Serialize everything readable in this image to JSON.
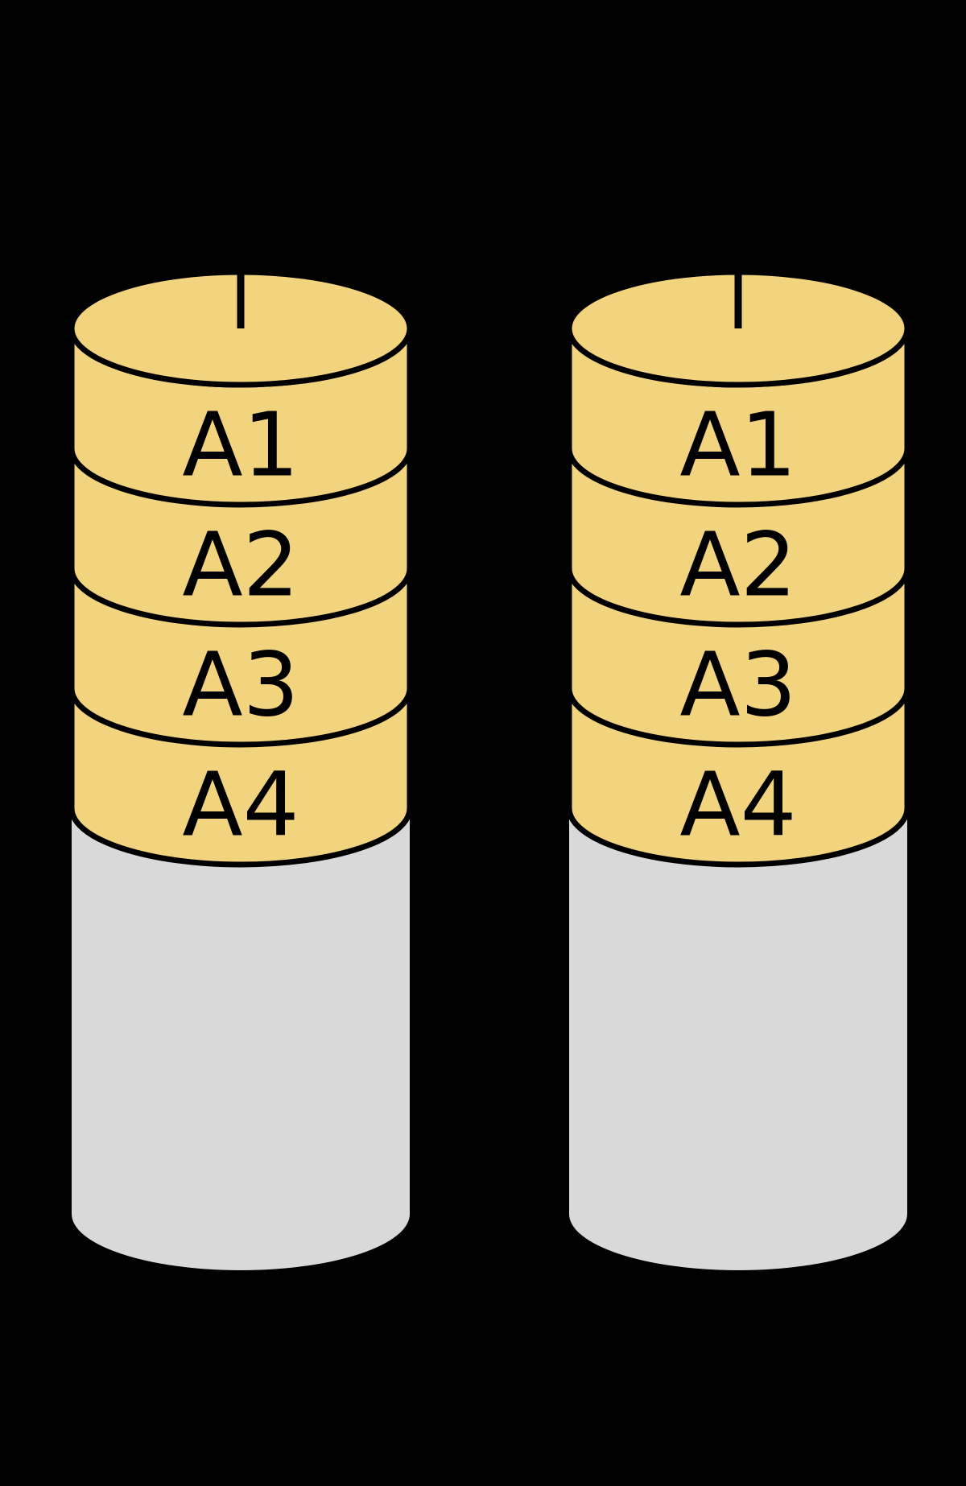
{
  "diagram": {
    "kind": "mirrored-disk-stack-diagram",
    "colors": {
      "background": "#000000",
      "platter": "#F2D37E",
      "free_space": "#D9D9D9",
      "outline": "#000000",
      "label_text": "#000000"
    },
    "disks": [
      {
        "stripes": [
          "A1",
          "A2",
          "A3",
          "A4"
        ]
      },
      {
        "stripes": [
          "A1",
          "A2",
          "A3",
          "A4"
        ]
      }
    ]
  }
}
